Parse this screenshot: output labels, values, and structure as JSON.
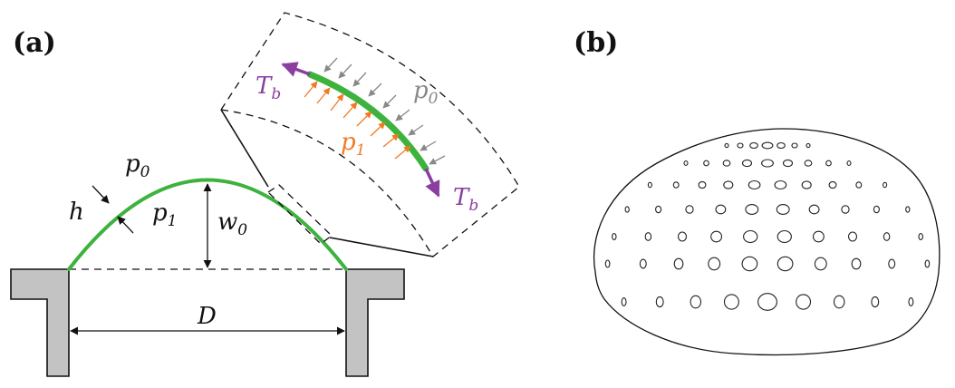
{
  "panels": {
    "a": {
      "label": "(a)"
    },
    "b": {
      "label": "(b)"
    }
  },
  "symbols": {
    "p0": {
      "base": "p",
      "sub": "0"
    },
    "p1": {
      "base": "p",
      "sub": "1"
    },
    "h": {
      "base": "h"
    },
    "w0": {
      "base": "w",
      "sub": "0"
    },
    "D": {
      "base": "D"
    },
    "Tb": {
      "base": "T",
      "sub": "b"
    }
  },
  "colors": {
    "membrane": "#3db33d",
    "tension": "#8a3fa0",
    "inner_pressure": "#f07a23",
    "outer_pressure": "#888888",
    "wall_fill": "#c3c3c3"
  }
}
